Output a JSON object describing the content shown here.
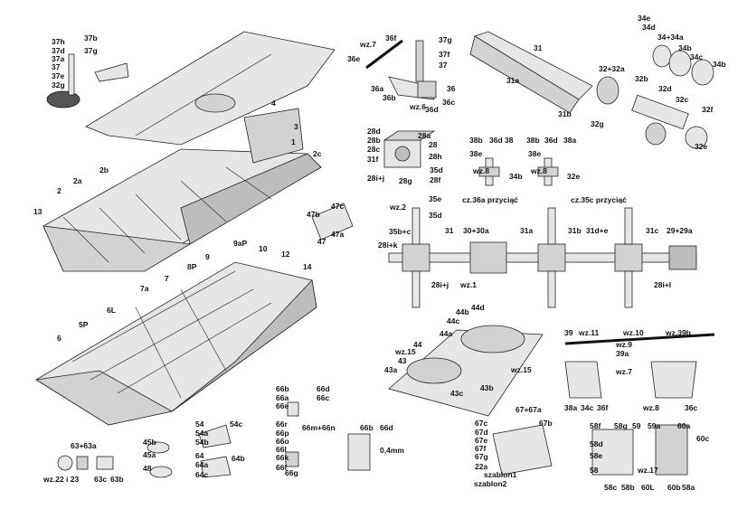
{
  "diagram": {
    "labels": {
      "hull_upper": [
        "37h",
        "37b",
        "37d",
        "37g",
        "37a",
        "37",
        "37e",
        "32g",
        "4",
        "3",
        "1",
        "2b",
        "2a",
        "2c",
        "2",
        "13"
      ],
      "hull_lower": [
        "9aP",
        "10",
        "9",
        "8P",
        "12",
        "14",
        "7a",
        "7",
        "6L",
        "5P",
        "6"
      ],
      "tie_rod": [
        "wz.7",
        "36f",
        "37g",
        "37f",
        "37",
        "36e",
        "36a",
        "36b",
        "wz.6",
        "36d",
        "36c",
        "36"
      ],
      "fender": [
        "31",
        "31a",
        "31b"
      ],
      "wheel_set": [
        "34e",
        "34d",
        "34+34a",
        "34b",
        "34c",
        "34b",
        "32+32a",
        "32b",
        "32d",
        "32c",
        "32f",
        "32g",
        "32e"
      ],
      "gearbox": [
        "28d",
        "28a",
        "28b",
        "28",
        "28c",
        "28h",
        "31f",
        "35d",
        "28i+j",
        "28g",
        "28f"
      ],
      "shafts": [
        "38b",
        "36d",
        "38",
        "38b",
        "36d",
        "38a",
        "38e",
        "38e",
        "wz.8",
        "34b",
        "wz.8",
        "32e"
      ],
      "axle": [
        "wz.2",
        "35e",
        "cz.36a przyciąć",
        "cz.35c przyciąć",
        "35d",
        "35b+c",
        "31",
        "30+30a",
        "31a",
        "31b",
        "31d+e",
        "31c",
        "29+29a",
        "28i+k",
        "28i+j",
        "wz.1",
        "28i+l"
      ],
      "bracket": [
        "47c",
        "47b",
        "47a",
        "47"
      ],
      "floor_plate": [
        "44d",
        "44b",
        "44c",
        "44a",
        "wz.15",
        "44",
        "43",
        "43a",
        "wz.15",
        "43b",
        "43c"
      ],
      "suspension": [
        "39",
        "wz.11",
        "wz.10",
        "wz.39b",
        "wz.9",
        "39a",
        "wz.7",
        "38a",
        "34c",
        "36f",
        "wz.8",
        "36c"
      ],
      "small_parts": [
        "63+63a",
        "wz.22 i 23",
        "63c",
        "63b",
        "45b",
        "45a",
        "48",
        "54",
        "54c",
        "54a",
        "54b",
        "64",
        "64b",
        "64a",
        "64c"
      ],
      "strips": [
        "66b",
        "66d",
        "66c",
        "66a",
        "66e",
        "66r",
        "66p",
        "66o",
        "66l",
        "66k",
        "66f",
        "66m+66n",
        "66g",
        "66b",
        "66d",
        "0,4mm"
      ],
      "hatch": [
        "67+67a",
        "67b",
        "67c",
        "67d",
        "67e",
        "67f",
        "67g",
        "22a",
        "szablon1",
        "szablon2"
      ],
      "headlight": [
        "58f",
        "58d",
        "58e",
        "58",
        "58g",
        "59",
        "59a",
        "wz.17",
        "58c",
        "58b",
        "60L",
        "60a",
        "60c",
        "60b",
        "58a"
      ]
    },
    "colors": {
      "ink": "#222222",
      "panel": "#e6e6e6",
      "shade": "#d2d2d2",
      "dark": "#555555"
    }
  }
}
